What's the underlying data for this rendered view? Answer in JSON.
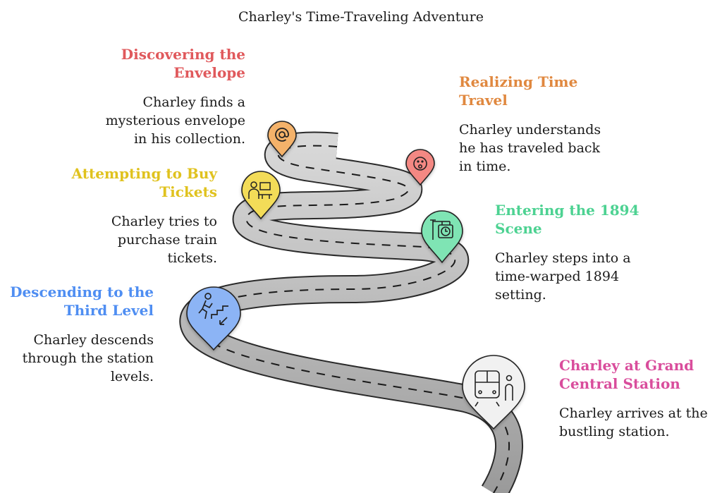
{
  "title": "Charley's Time-Traveling Adventure",
  "steps": [
    {
      "heading_line1": "Discovering the",
      "heading_line2": "Envelope",
      "desc": [
        "Charley finds a",
        "mysterious envelope",
        "in his collection."
      ],
      "color": "#e0595c",
      "icon": "at-sign-icon"
    },
    {
      "heading_line1": "Realizing Time",
      "heading_line2": "Travel",
      "desc": [
        "Charley understands",
        "he has traveled back",
        "in time."
      ],
      "color": "#e0883f",
      "icon": "surprised-face-icon"
    },
    {
      "heading_line1": "Attempting to Buy",
      "heading_line2": "Tickets",
      "desc": [
        "Charley tries to",
        "purchase train",
        "tickets."
      ],
      "color": "#e0c21e",
      "icon": "ticket-counter-icon"
    },
    {
      "heading_line1": "Entering the 1894",
      "heading_line2": "Scene",
      "desc": [
        "Charley steps into a",
        "time-warped 1894",
        "setting."
      ],
      "color": "#4dd292",
      "icon": "hanging-clock-icon"
    },
    {
      "heading_line1": "Descending to the",
      "heading_line2": "Third Level",
      "desc": [
        "Charley descends",
        "through the station",
        "levels."
      ],
      "color": "#4f8ef2",
      "icon": "stairs-down-icon"
    },
    {
      "heading_line1": "Charley at Grand",
      "heading_line2": "Central Station",
      "desc": [
        "Charley arrives at the",
        "bustling station."
      ],
      "color": "#d94d9c",
      "icon": "train-person-icon"
    }
  ]
}
